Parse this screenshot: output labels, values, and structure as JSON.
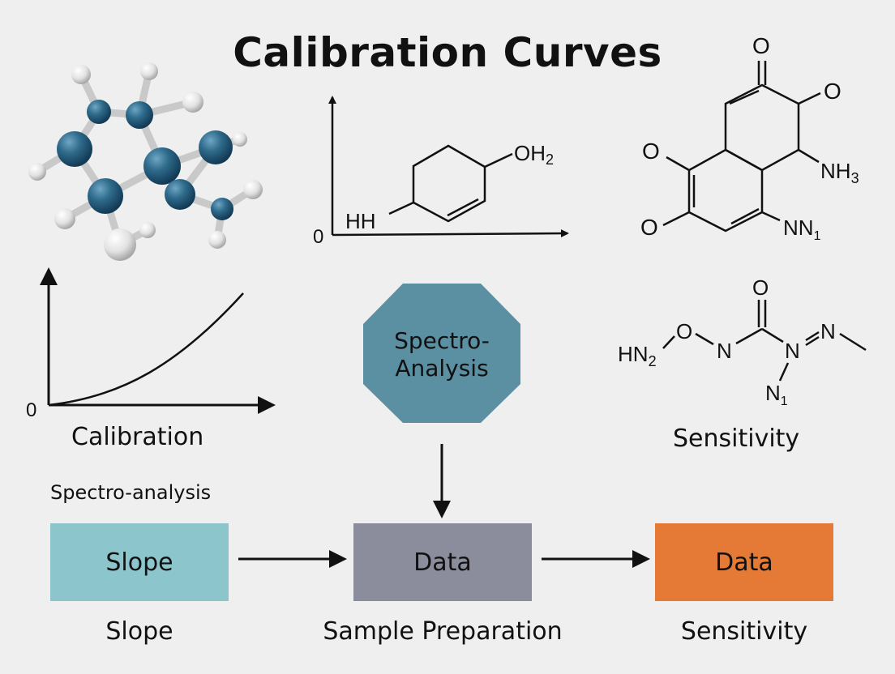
{
  "title": "Calibration Curves",
  "colors": {
    "background": "#efefef",
    "slope_box": "#8cc6cc",
    "data_box_1": "#8c8d9c",
    "data_box_2": "#e47a36",
    "octagon": "#5b8fa2",
    "atom_blue": "#2f6b8c",
    "atom_white": "#e6e6e6"
  },
  "top_plot": {
    "origin_label": "0",
    "left_label": "HH",
    "right_label": "OH",
    "right_sub": "2"
  },
  "top_right_structure": {
    "o_top": "O",
    "o_right": "O",
    "o_left": "O",
    "o_bottom": "O",
    "nh": "NH",
    "nh_sub": "3",
    "nn": "NN",
    "nn_sub": "1"
  },
  "calibration_plot": {
    "origin_label": "0",
    "caption": "Calibration"
  },
  "octagon": {
    "line1": "Spectro-",
    "line2": "Analysis"
  },
  "sensitivity_structure": {
    "o_top": "O",
    "hn": "HN",
    "hn_sub": "2",
    "o_mid": "O",
    "n1": "N",
    "n2": "N",
    "n3": "N",
    "n_bottom": "N",
    "n_bottom_sub": "1",
    "caption": "Sensitivity"
  },
  "spectro_label": "Spectro-analysis",
  "flow": {
    "box1": "Slope",
    "box2": "Data",
    "box3": "Data",
    "caption1": "Slope",
    "caption2": "Sample Preparation",
    "caption3": "Sensitivity"
  }
}
